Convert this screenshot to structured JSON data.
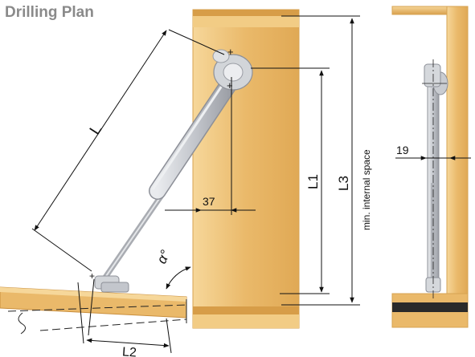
{
  "title": "Drilling Plan",
  "labels": {
    "L": "L",
    "L1": "L1",
    "L2": "L2",
    "L3": "L3",
    "dim_37": "37",
    "dim_19": "19",
    "angle": "α°",
    "min_internal_space": "min. internal space"
  },
  "colors": {
    "wood": "#eab96a",
    "wood_dark": "#c98e3c",
    "wood_light": "#f6d48f",
    "strut": "#c3c6cc",
    "strut_dark": "#8d9098",
    "black_strip": "#2a2a2a"
  }
}
